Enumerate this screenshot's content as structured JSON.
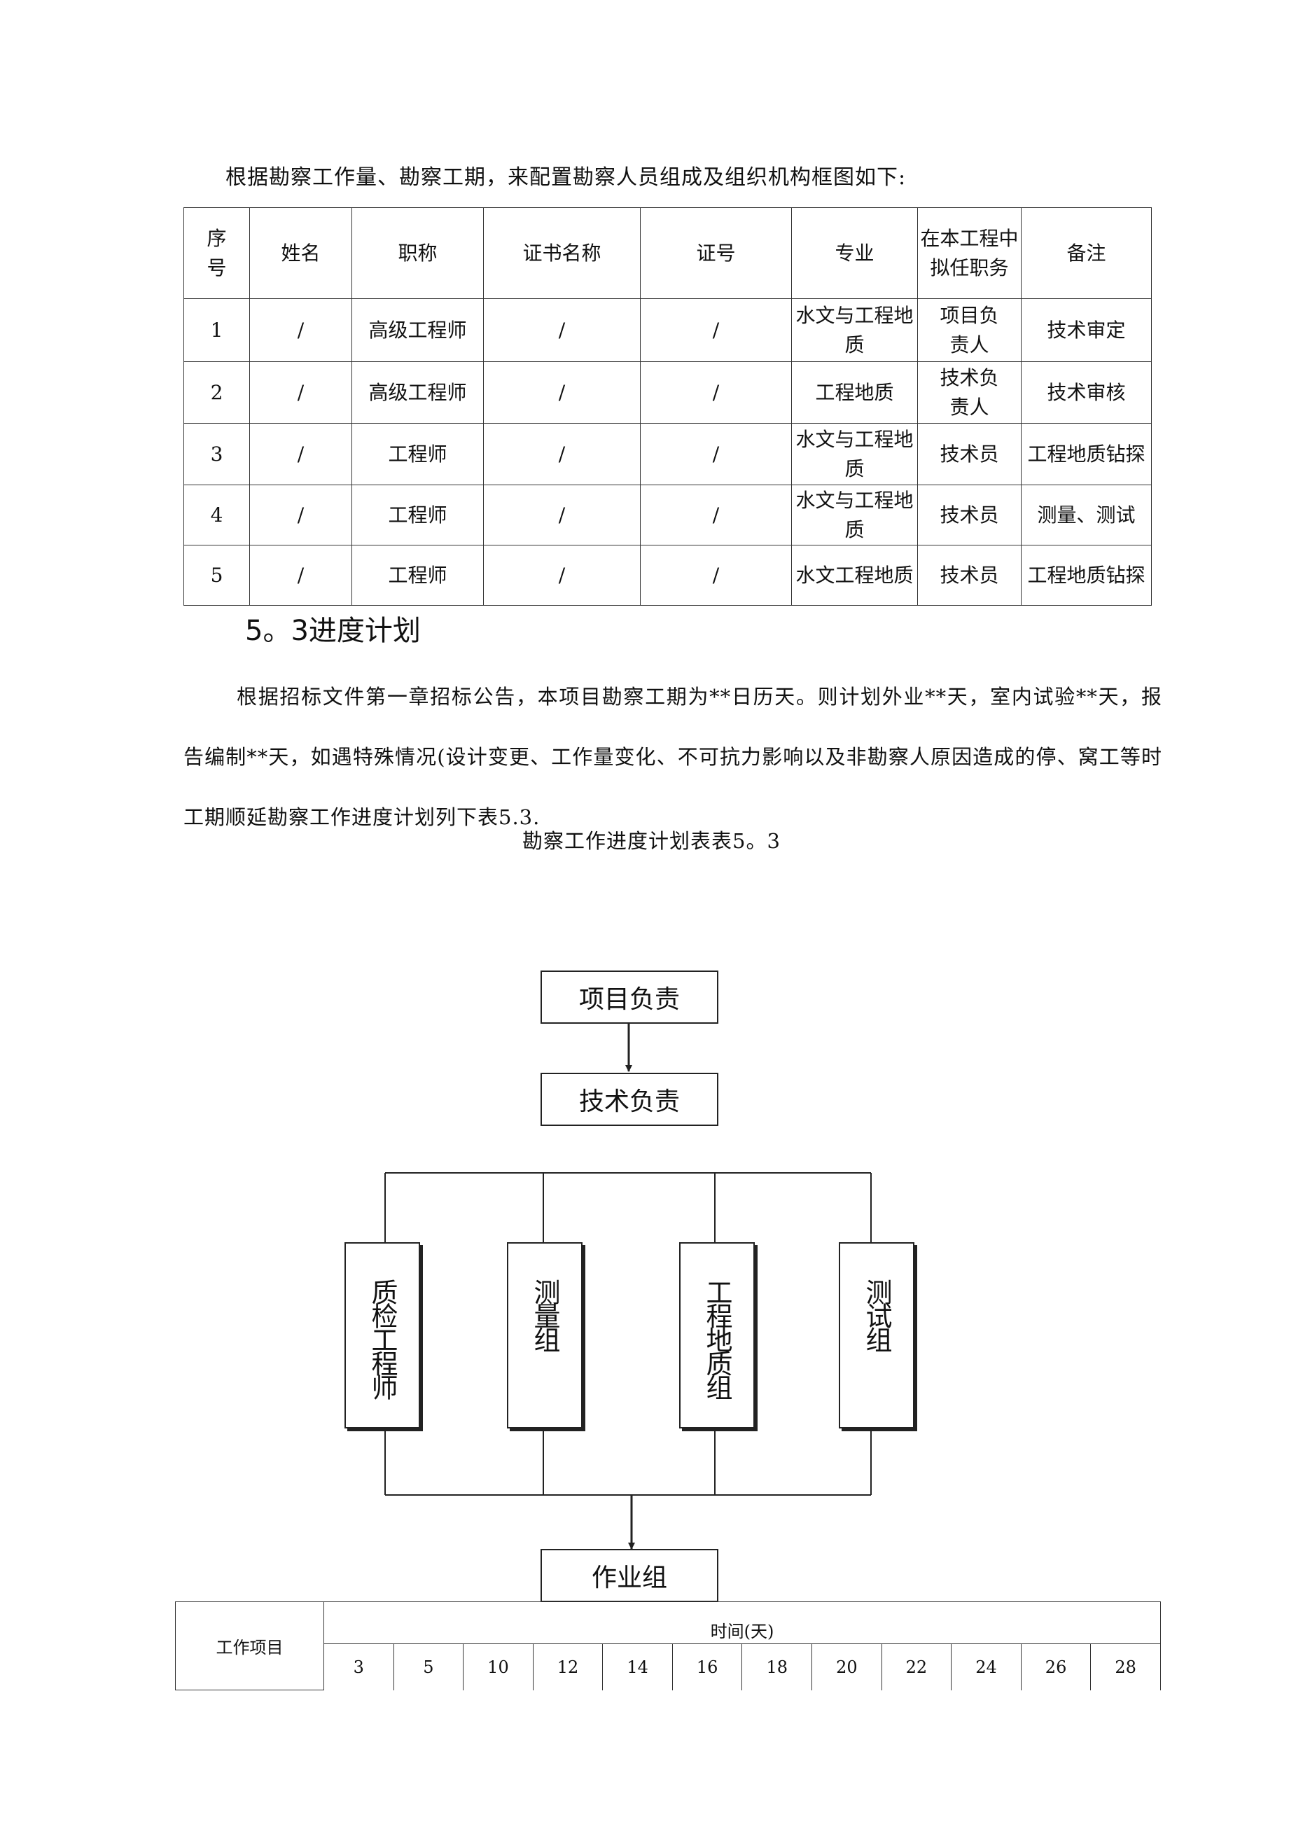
{
  "intro_text": "根据勘察工作量、勘察工期，来配置勘察人员组成及组织机构框图如下:",
  "staff_table": {
    "headers": [
      "序号",
      "姓名",
      "职称",
      "证书名称",
      "证号",
      "专业",
      "在本工程中拟任职务",
      "备注"
    ],
    "rows": [
      [
        "1",
        "/",
        "高级工程师",
        "/",
        "/",
        "水文与工程地质",
        "项目负责人",
        "技术审定"
      ],
      [
        "2",
        "/",
        "高级工程师",
        "/",
        "/",
        "工程地质",
        "技术负责人",
        "技术审核"
      ],
      [
        "3",
        "/",
        "工程师",
        "/",
        "/",
        "水文与工程地质",
        "技术员",
        "工程地质钻探"
      ],
      [
        "4",
        "/",
        "工程师",
        "/",
        "/",
        "水文与工程地质",
        "技术员",
        "测量、测试"
      ],
      [
        "5",
        "/",
        "工程师",
        "/",
        "/",
        "水文工程地质",
        "技术员",
        "工程地质钻探"
      ]
    ]
  },
  "section_title": "5。3进度计划",
  "paragraph": "根据招标文件第一章招标公告，本项目勘察工期为**日历天。则计划外业**天，室内试验**天，报告编制**天，如遇特殊情况(设计变更、工作量变化、不可抗力影响以及非勘察人原因造成的停、窝工等时工期顺延勘察工作进度计划列下表5.3.",
  "table_caption": "勘察工作进度计划表表5。3",
  "org_chart": {
    "top": "项目负责",
    "second": "技术负责",
    "groups": [
      "质检工程师",
      "测量组",
      "工程地质组",
      "测试组"
    ],
    "bottom": "作业组"
  },
  "schedule_table": {
    "item_header": "工作项目",
    "time_header": "时间(天)",
    "days": [
      "3",
      "5",
      "10",
      "12",
      "14",
      "16",
      "18",
      "20",
      "22",
      "24",
      "26",
      "28"
    ]
  }
}
